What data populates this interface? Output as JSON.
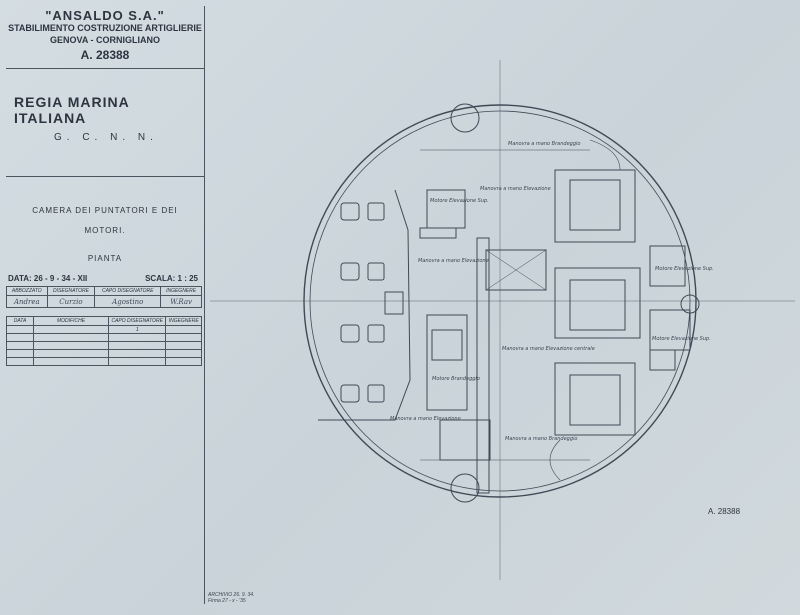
{
  "company": {
    "name": "\"ANSALDO S.A.\"",
    "division": "STABILIMENTO COSTRUZIONE ARTIGLIERIE",
    "location": "GENOVA - CORNIGLIANO",
    "number": "A. 28388"
  },
  "client": "REGIA MARINA ITALIANA",
  "office": "G. C. N. N.",
  "subject": {
    "line1": "CAMERA DEI PUNTATORI E DEI",
    "line2": "MOTORI.",
    "view": "PIANTA"
  },
  "date": "DATA: 26 - 9 - 34 - XII",
  "scale": "SCALA: 1 : 25",
  "signatures": {
    "headers": [
      "ABBOZZATO",
      "DISEGNATORE",
      "CAPO DISEGNATORE",
      "INGEGNERE"
    ],
    "names": [
      "Andrea",
      "Curzio",
      "Agostino",
      "W.Rav"
    ]
  },
  "revisions": {
    "headers": [
      "DATA",
      "MODIFICHE",
      "CAPO DISEGNATORE",
      "INGEGNERE"
    ],
    "mark": "1"
  },
  "drawing_labels": {
    "manovra_brandeggio_top": "Manovra a mano Brandeggio",
    "motore_elevazione_left": "Motore Elevazione Sup.",
    "manovra_elevazione_top": "Manovra a mano Elevazione",
    "manovra_elevazione_mid": "Manovra a mano Elevazione",
    "motore_brandeggio": "Motore Brandeggio",
    "manovra_elevazione_low": "Manovra a mano Elevazione",
    "manovra_elevazione_centr": "Manovra a mano Elevazione centrale",
    "manovra_brandeggio_low": "Manovra a mano Brandeggio",
    "motore_elevazione_right_top": "Motore Elevazione Sup.",
    "motore_elevazione_right_low": "Motore Elevazione Sup."
  },
  "reference": "A. 28388",
  "stamp": {
    "line1": "ARCHIVIO 26. 9. 34.",
    "line2": "Firma  27 - x - '35"
  }
}
